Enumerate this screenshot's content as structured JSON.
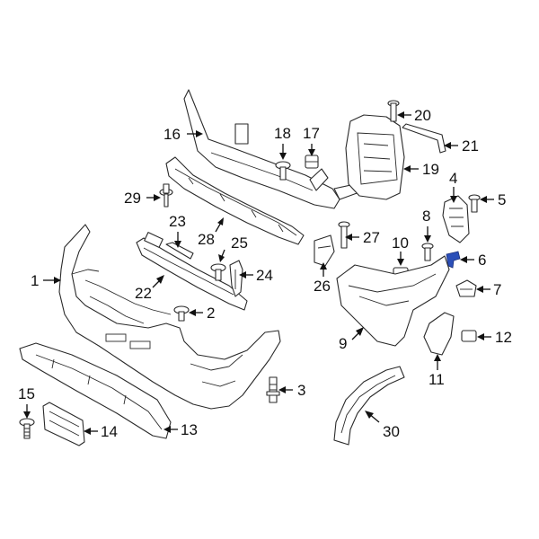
{
  "diagram": {
    "highlight_color": "#2b4fb8",
    "line_color": "#2a2a2a",
    "callouts": [
      {
        "id": "c1",
        "label": "1"
      },
      {
        "id": "c2",
        "label": "2"
      },
      {
        "id": "c3",
        "label": "3"
      },
      {
        "id": "c4",
        "label": "4"
      },
      {
        "id": "c5",
        "label": "5"
      },
      {
        "id": "c6",
        "label": "6"
      },
      {
        "id": "c7",
        "label": "7"
      },
      {
        "id": "c8",
        "label": "8"
      },
      {
        "id": "c9",
        "label": "9"
      },
      {
        "id": "c10",
        "label": "10"
      },
      {
        "id": "c11",
        "label": "11"
      },
      {
        "id": "c12",
        "label": "12"
      },
      {
        "id": "c13",
        "label": "13"
      },
      {
        "id": "c14",
        "label": "14"
      },
      {
        "id": "c15",
        "label": "15"
      },
      {
        "id": "c16",
        "label": "16"
      },
      {
        "id": "c17",
        "label": "17"
      },
      {
        "id": "c18",
        "label": "18"
      },
      {
        "id": "c19",
        "label": "19"
      },
      {
        "id": "c20",
        "label": "20"
      },
      {
        "id": "c21",
        "label": "21"
      },
      {
        "id": "c22",
        "label": "22"
      },
      {
        "id": "c23",
        "label": "23"
      },
      {
        "id": "c24",
        "label": "24"
      },
      {
        "id": "c25",
        "label": "25"
      },
      {
        "id": "c26",
        "label": "26"
      },
      {
        "id": "c27",
        "label": "27"
      },
      {
        "id": "c28",
        "label": "28"
      },
      {
        "id": "c29",
        "label": "29"
      },
      {
        "id": "c30",
        "label": "30"
      }
    ]
  }
}
